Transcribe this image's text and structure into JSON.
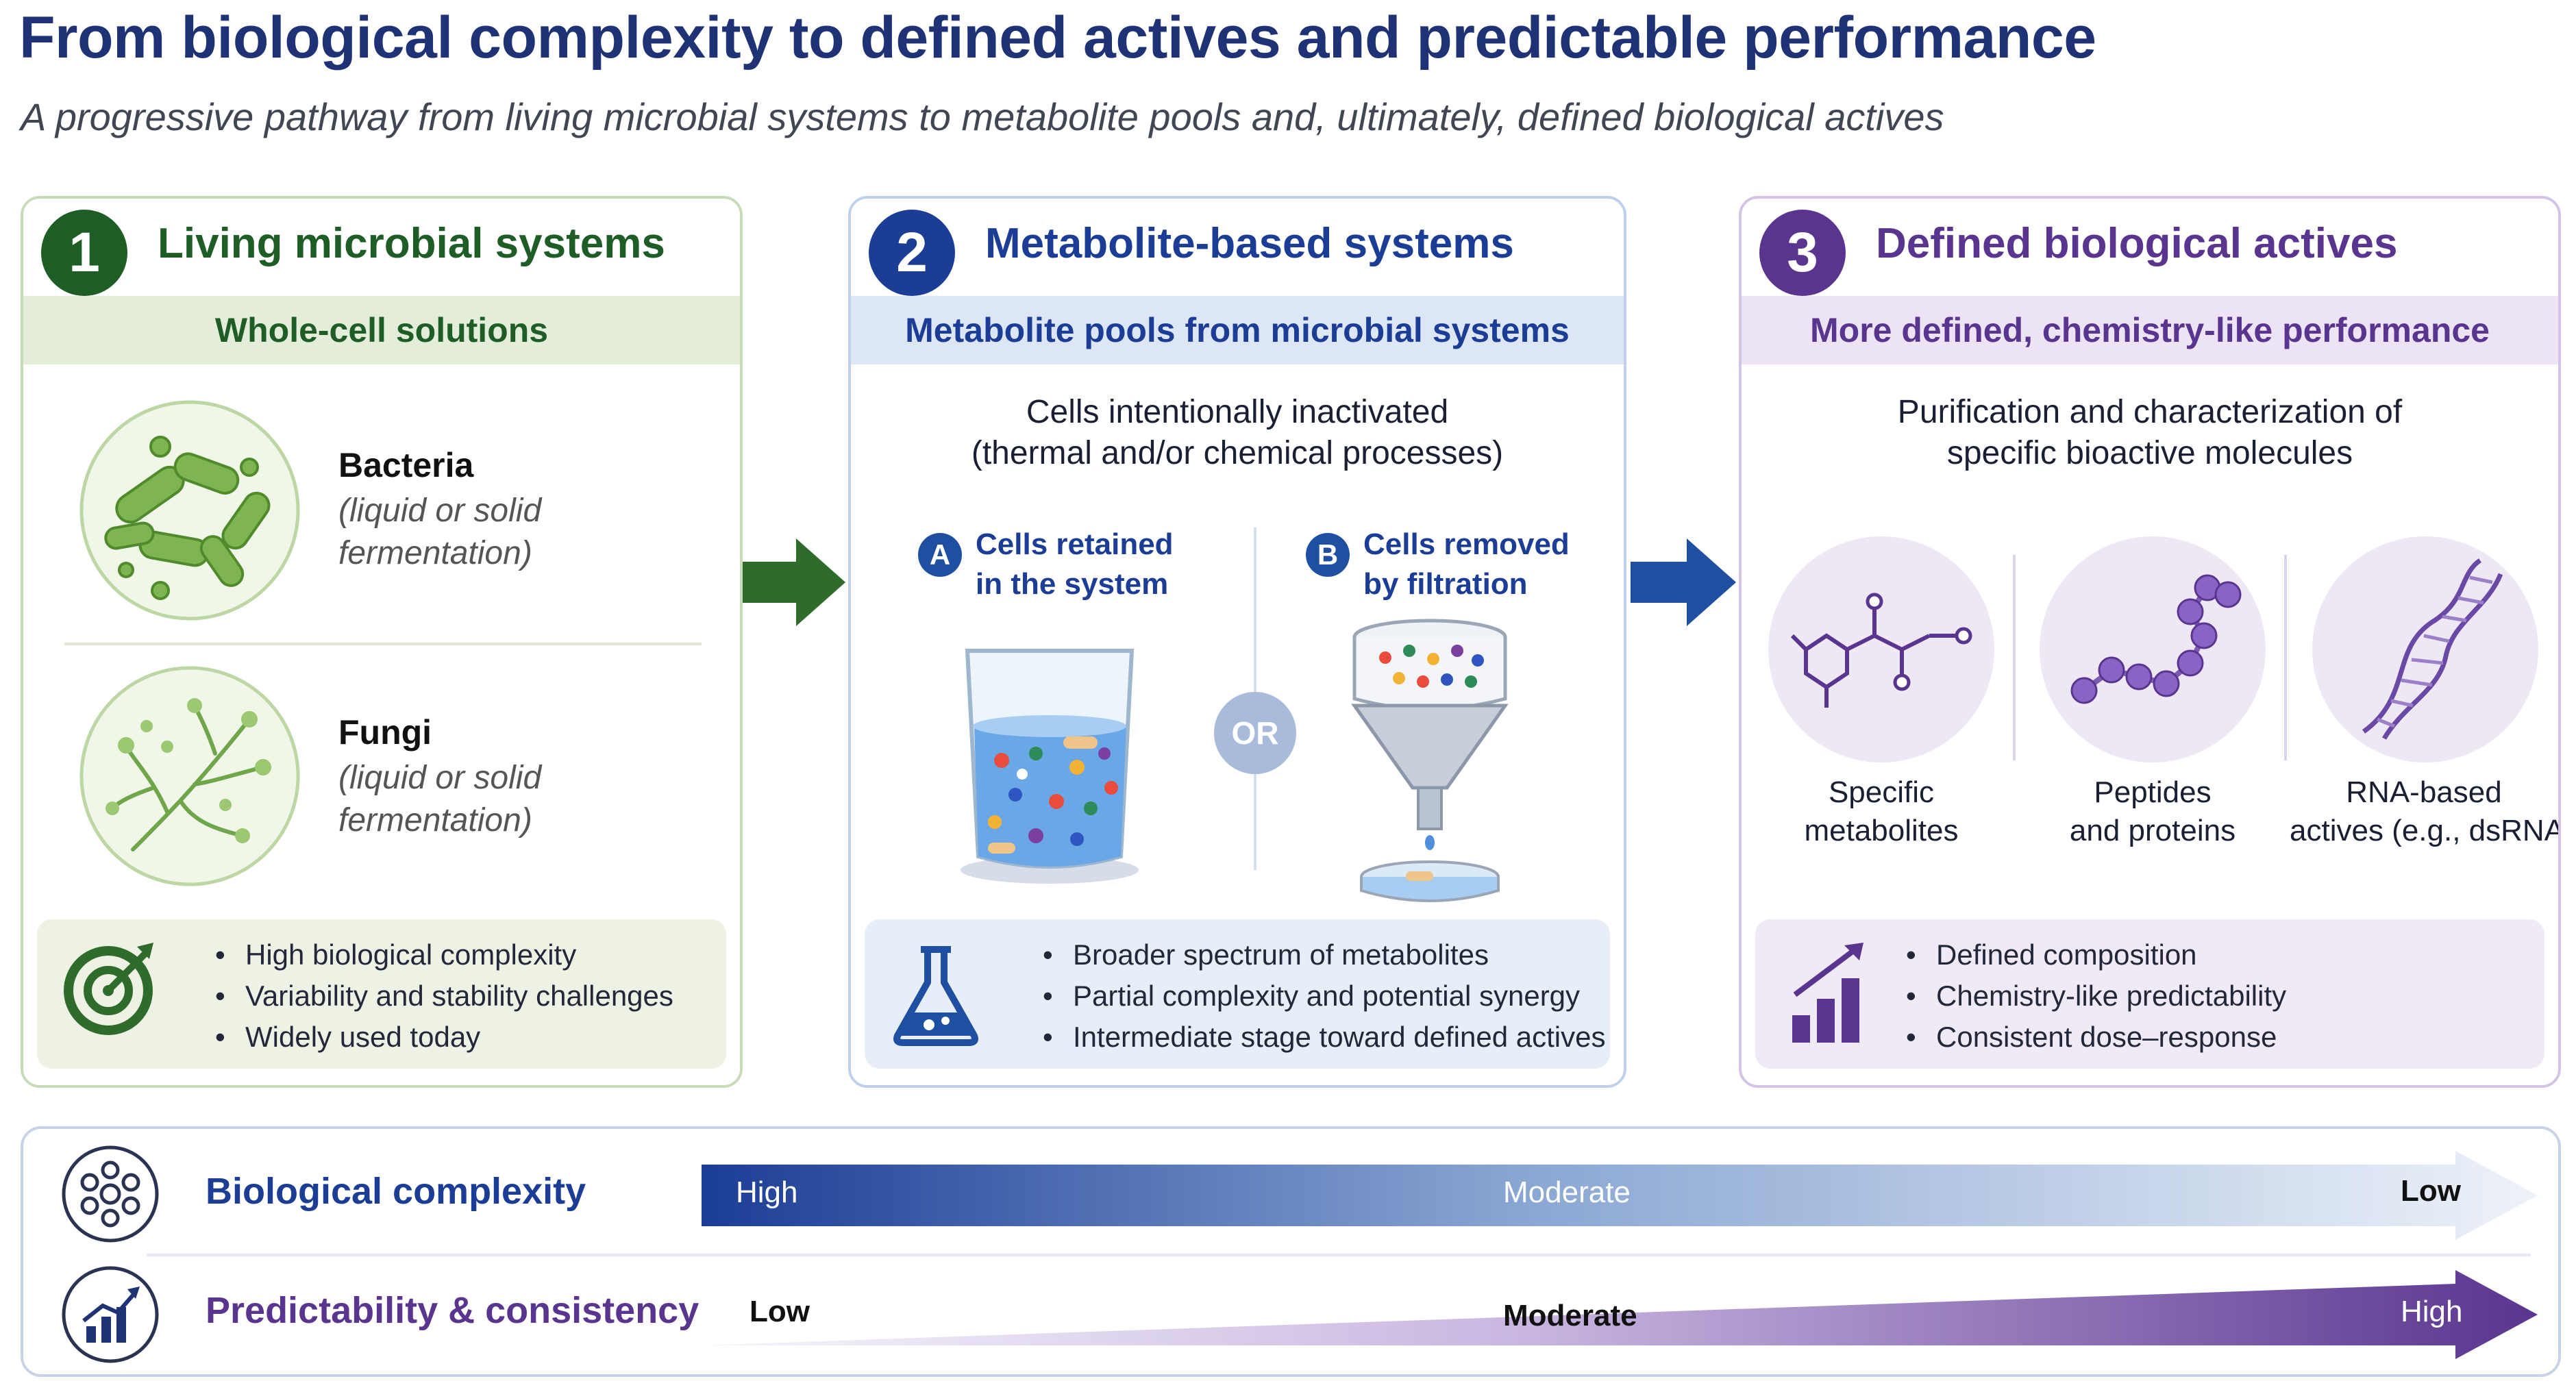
{
  "header": {
    "title": "From biological complexity to defined actives and predictable performance",
    "subtitle": "A progressive pathway from living microbial systems to metabolite pools and, ultimately, defined biological actives"
  },
  "colors": {
    "green": "#1e5d26",
    "green_band": "#e4edd9",
    "blue": "#1c3d96",
    "blue_band": "#dde6f5",
    "purple": "#5a3590",
    "purple_band": "#ece4f4"
  },
  "panel1": {
    "number": "1",
    "title": "Living microbial systems",
    "band": "Whole-cell solutions",
    "items": [
      {
        "name": "Bacteria",
        "detail_line1": "(liquid or solid",
        "detail_line2": "fermentation)",
        "icon": "bacteria-icon"
      },
      {
        "name": "Fungi",
        "detail_line1": "(liquid or solid",
        "detail_line2": "fermentation)",
        "icon": "fungi-icon"
      }
    ],
    "bullets": [
      "High biological complexity",
      "Variability and stability challenges",
      "Widely used today"
    ],
    "summary_icon": "target-icon"
  },
  "panel2": {
    "number": "2",
    "title": "Metabolite-based systems",
    "band": "Metabolite pools from microbial systems",
    "intro_line1": "Cells intentionally inactivated",
    "intro_line2": "(thermal and/or chemical processes)",
    "option_a": {
      "letter": "A",
      "line1": "Cells retained",
      "line2": "in the system",
      "icon": "beaker-icon"
    },
    "option_b": {
      "letter": "B",
      "line1": "Cells removed",
      "line2": "by filtration",
      "icon": "filter-funnel-icon"
    },
    "or_label": "OR",
    "bullets": [
      "Broader spectrum of metabolites",
      "Partial complexity and potential synergy",
      "Intermediate stage toward defined actives"
    ],
    "summary_icon": "flask-icon"
  },
  "panel3": {
    "number": "3",
    "title": "Defined biological actives",
    "band": "More defined, chemistry-like performance",
    "intro_line1": "Purification and characterization of",
    "intro_line2": "specific bioactive molecules",
    "items": [
      {
        "line1": "Specific",
        "line2": "metabolites",
        "icon": "molecule-icon"
      },
      {
        "line1": "Peptides",
        "line2": "and proteins",
        "icon": "peptide-chain-icon"
      },
      {
        "line1": "RNA-based",
        "line2": "actives (e.g., dsRNA)",
        "icon": "dna-helix-icon"
      }
    ],
    "bullets": [
      "Defined composition",
      "Chemistry-like predictability",
      "Consistent dose–response"
    ],
    "summary_icon": "bar-chart-icon"
  },
  "bottom": {
    "row1": {
      "label": "Biological complexity",
      "start": "High",
      "mid": "Moderate",
      "end": "Low",
      "icon": "cell-cluster-icon"
    },
    "row2": {
      "label": "Predictability & consistency",
      "start": "Low",
      "mid": "Moderate",
      "end": "High",
      "icon": "trend-chart-icon"
    }
  }
}
